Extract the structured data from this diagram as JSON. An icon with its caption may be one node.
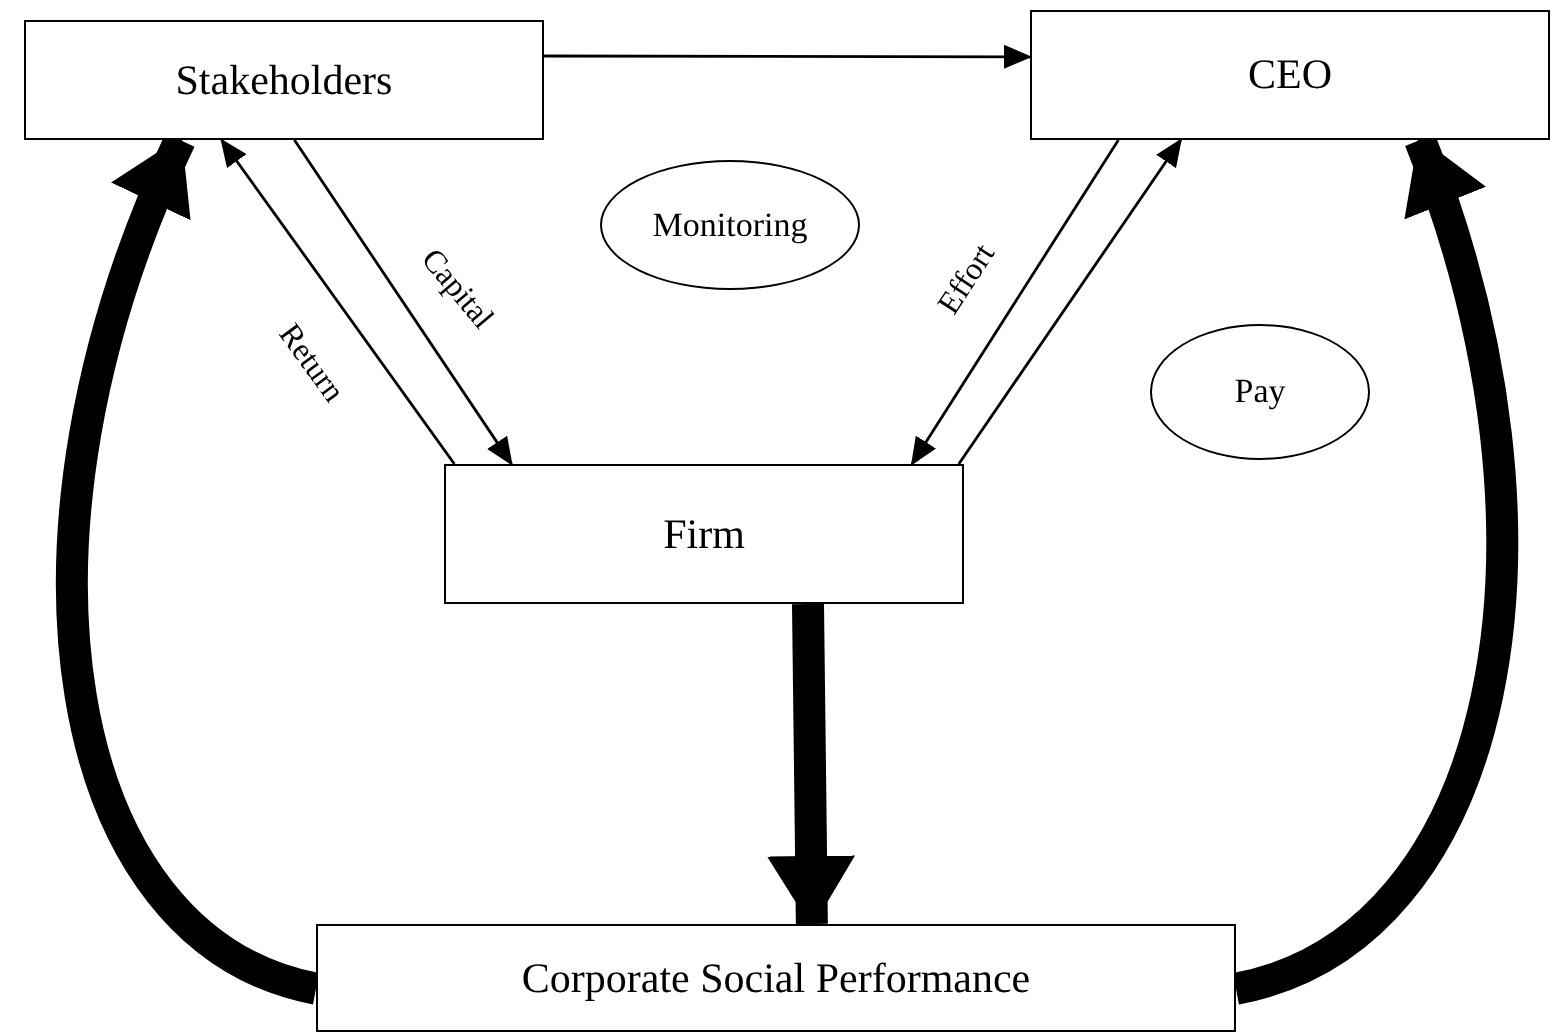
{
  "diagram": {
    "nodes": [
      {
        "text": [
          "Stakeholders"
        ]
      },
      {
        "text": [
          "CEO"
        ]
      },
      {
        "text": [
          "Monitoring"
        ]
      },
      {
        "text": [
          "Firm"
        ]
      },
      {
        "text": [
          "Pay"
        ]
      },
      {
        "text": [
          "Corporate Social Performance"
        ]
      }
    ],
    "edges": [
      {
        "from": 0,
        "to": 1,
        "arrow": "to"
      },
      {
        "from": 0,
        "to": 3,
        "arrow": "to",
        "label": "Capital"
      },
      {
        "from": 3,
        "to": 0,
        "arrow": "to",
        "label": "Return"
      },
      {
        "from": 1,
        "to": 3,
        "arrow": "to",
        "label": "Effort"
      },
      {
        "from": 3,
        "to": 1,
        "arrow": "to"
      },
      {
        "from": 3,
        "to": 5,
        "arrow": "to",
        "style": "thick"
      },
      {
        "from": 5,
        "to": 0,
        "arrow": "to",
        "style": "thick"
      },
      {
        "from": 5,
        "to": 1,
        "arrow": "to",
        "style": "thick"
      }
    ]
  }
}
